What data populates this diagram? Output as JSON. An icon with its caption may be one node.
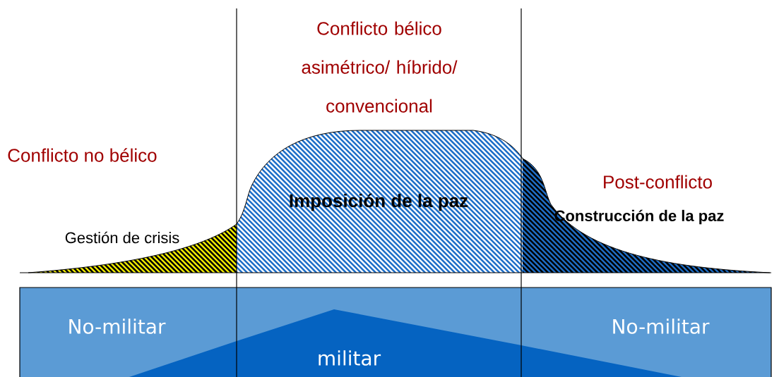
{
  "diagram": {
    "labels": [
      "Conflicto bélico asimétrico/ híbrido/ convencional",
      "Conflicto no bélico",
      "Post-conflicto",
      "Imposición de la paz",
      "Gestión de crisis",
      "Construcción de la paz",
      "No-militar",
      "No-militar",
      "militar"
    ]
  }
}
